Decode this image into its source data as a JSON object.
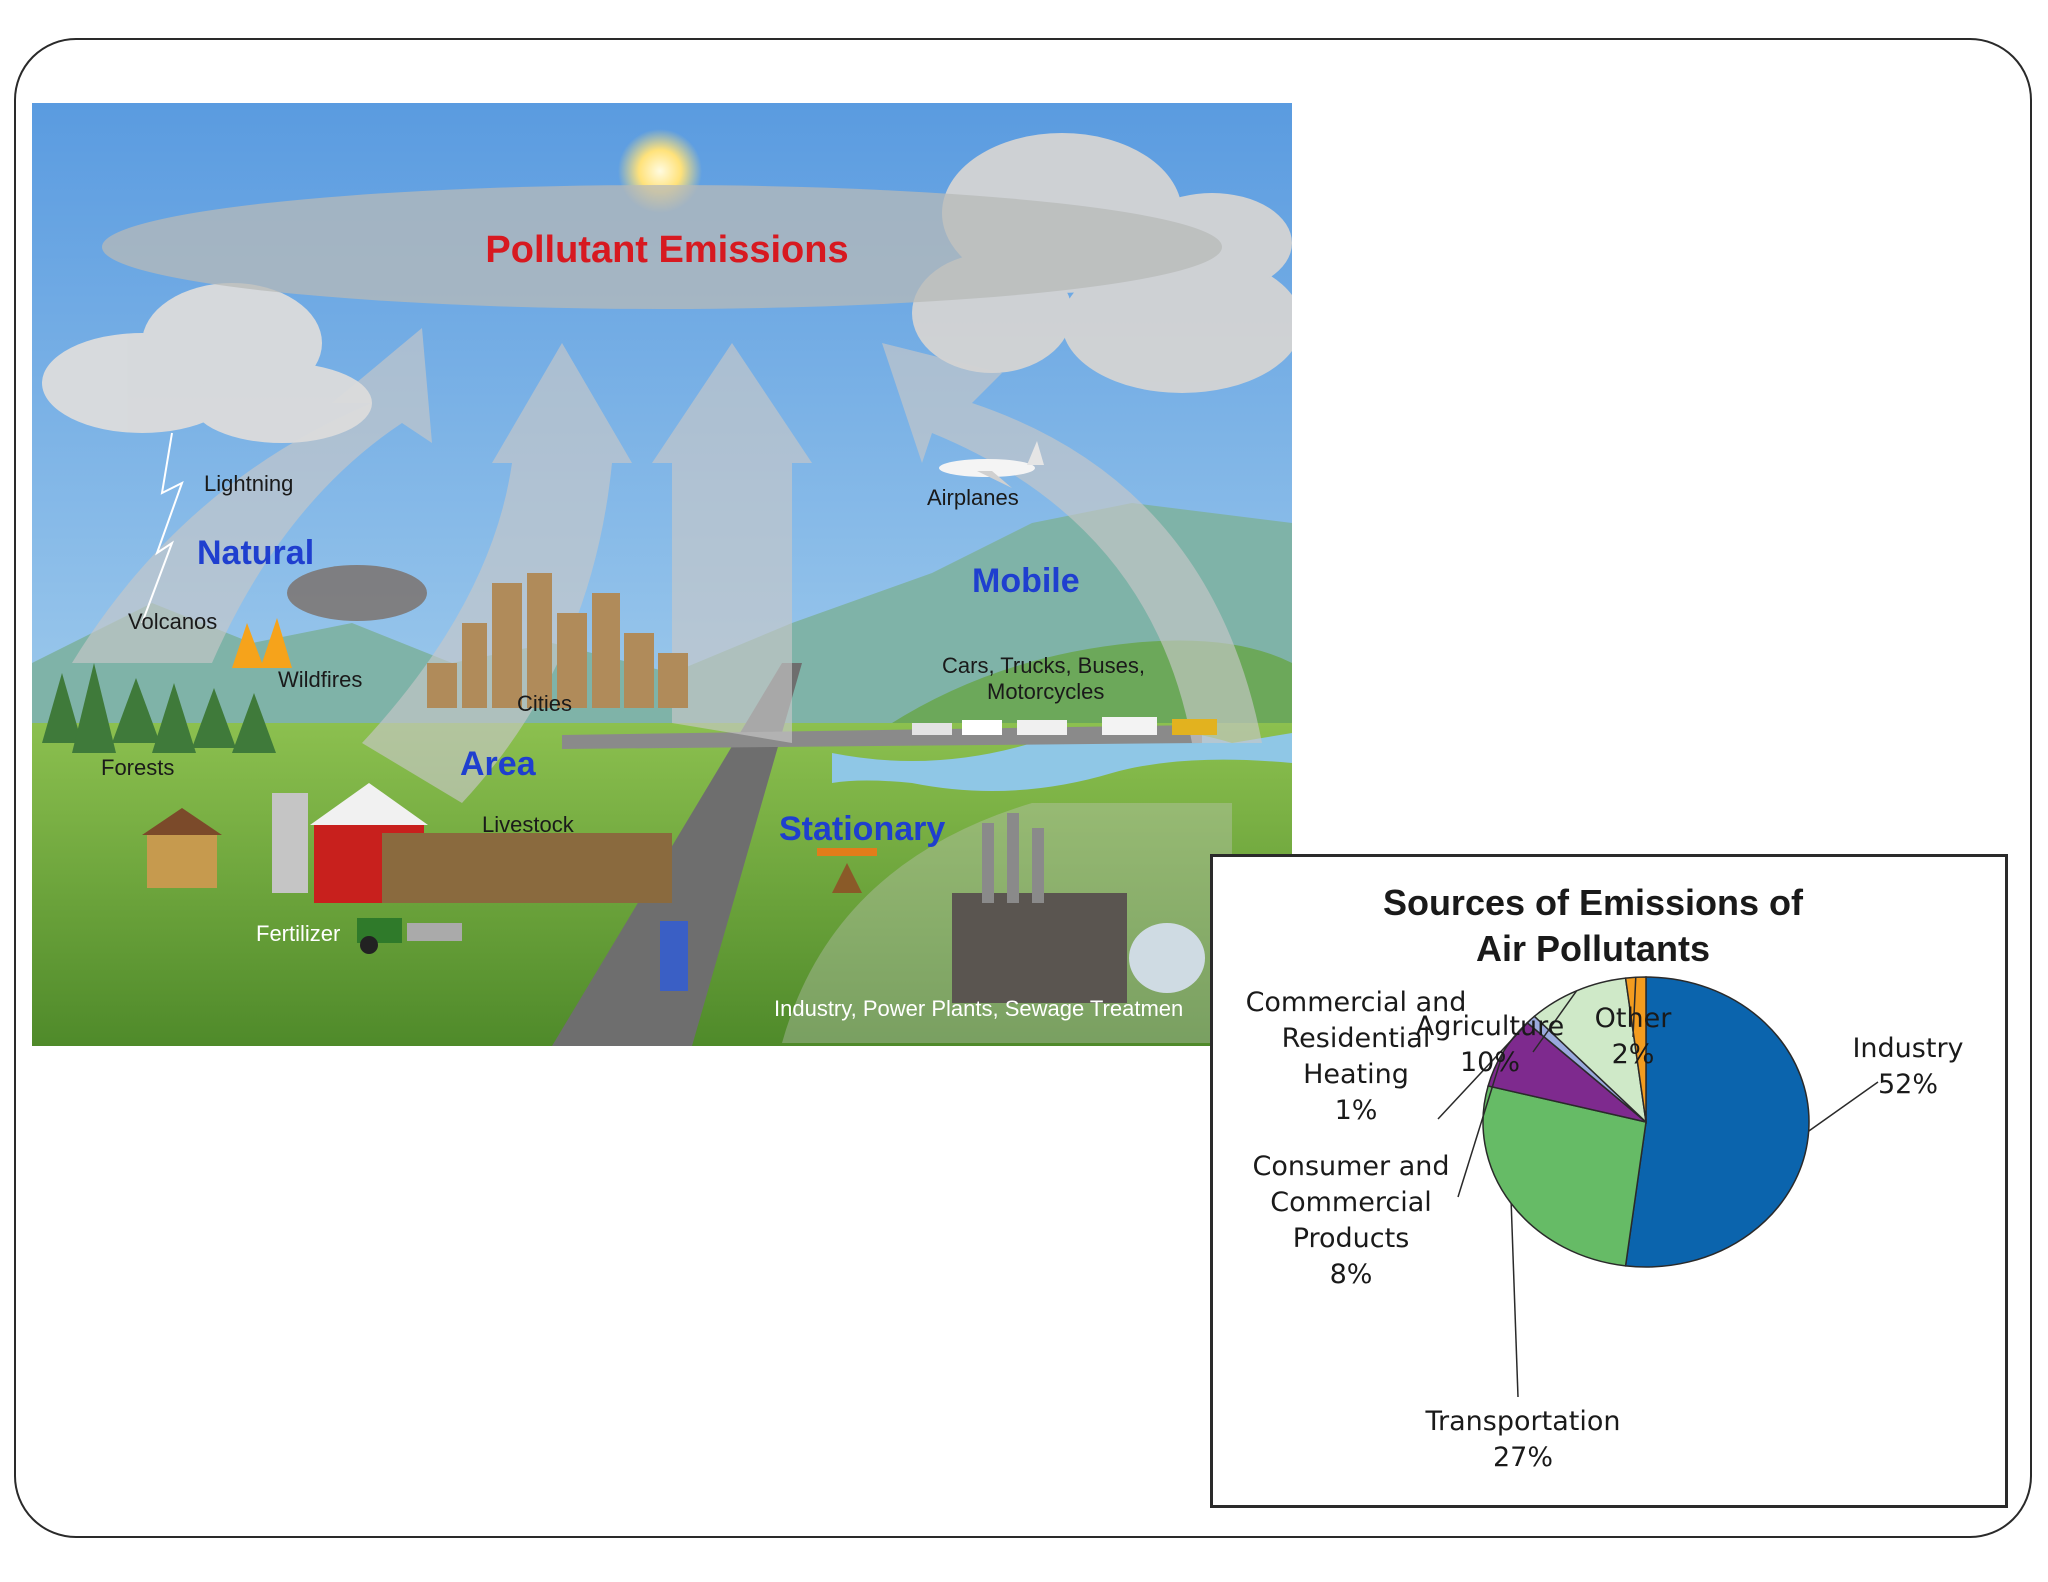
{
  "diagram": {
    "title": "Pollutant Emissions",
    "categories": {
      "natural": "Natural",
      "area": "Area",
      "mobile": "Mobile",
      "stationary": "Stationary"
    },
    "labels": {
      "lightning": "Lightning",
      "volcanos": "Volcanos",
      "wildfires": "Wildfires",
      "forests": "Forests",
      "cities": "Cities",
      "livestock": "Livestock",
      "fertilizer": "Fertilizer",
      "airplanes": "Airplanes",
      "cars_line1": "Cars, Trucks, Buses,",
      "cars_line2": "Motorcycles",
      "industry": "Industry, Power Plants, Sewage Treatmen"
    },
    "colors": {
      "sky_top": "#5a9be0",
      "sky_bottom": "#bfe1f2",
      "grass": "#6fa83c",
      "title_red": "#d71920",
      "category_blue": "#1f3fcf"
    }
  },
  "pie_chart": {
    "title_line1": "Sources of Emissions of",
    "title_line2": "Air Pollutants"
  },
  "chart_data": {
    "type": "pie",
    "title": "Sources of Emissions of Air Pollutants",
    "slices": [
      {
        "label": "Industry",
        "value": 52,
        "display": "52%",
        "color": "#0b64ad"
      },
      {
        "label": "Transportation",
        "value": 27,
        "display": "27%",
        "color": "#66bb66"
      },
      {
        "label": "Consumer and Commercial Products",
        "value": 8,
        "display": "8%",
        "color": "#7e2a8e"
      },
      {
        "label": "Commercial and Residential Heating",
        "value": 1,
        "display": "1%",
        "color": "#9aa9dd"
      },
      {
        "label": "Agriculture",
        "value": 10,
        "display": "10%",
        "color": "#cfe9c8"
      },
      {
        "label": "Other",
        "value": 2,
        "display": "2%",
        "color": "#f39c1f"
      }
    ],
    "label_lines": {
      "industry": [
        "Industry",
        "52%"
      ],
      "transportation": [
        "Transportation",
        "27%"
      ],
      "consumer": [
        "Consumer and",
        "Commercial",
        "Products",
        "8%"
      ],
      "heating": [
        "Commercial and",
        "Residential",
        "Heating",
        "1%"
      ],
      "agriculture": [
        "Agriculture",
        "10%"
      ],
      "other": [
        "Other",
        "2%"
      ]
    }
  }
}
